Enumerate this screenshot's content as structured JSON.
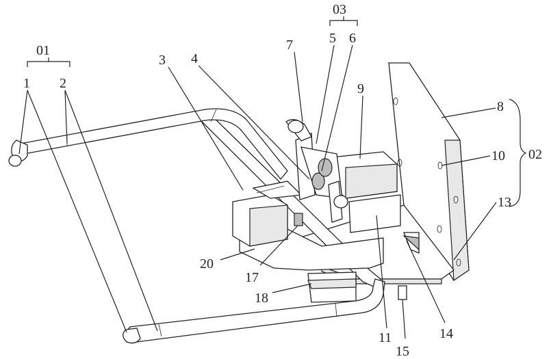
{
  "labels": {
    "l01": "01",
    "l02": "02",
    "l03": "03",
    "l1": "1",
    "l2": "2",
    "l3": "3",
    "l4": "4",
    "l5": "5",
    "l6": "6",
    "l7": "7",
    "l8": "8",
    "l9": "9",
    "l10": "10",
    "l11": "11",
    "l13": "13",
    "l14": "14",
    "l15": "15",
    "l17": "17",
    "l18": "18",
    "l20": "20"
  },
  "colors": {
    "line": "#222222",
    "background": "#ffffff"
  }
}
